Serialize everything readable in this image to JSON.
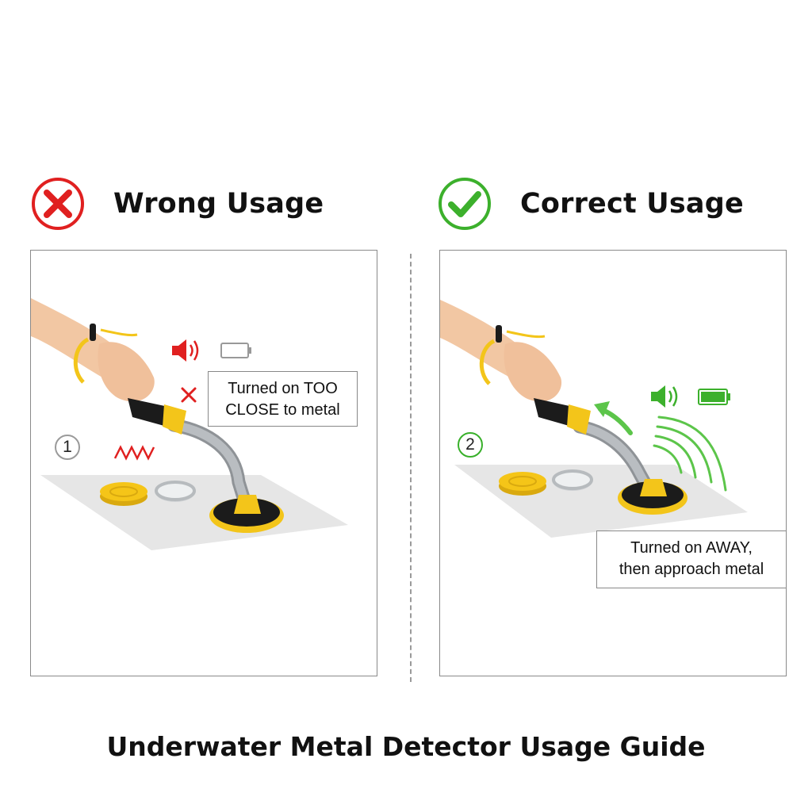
{
  "wrong": {
    "heading": "Wrong Usage",
    "step_number": "1",
    "callout_lines": [
      "Turned on TOO",
      "CLOSE to metal"
    ],
    "status_color": "#e02020",
    "icons": [
      "x-circle-icon",
      "speaker-icon",
      "battery-empty-icon",
      "cross-mark-icon",
      "zigzag-signal-icon"
    ]
  },
  "correct": {
    "heading": "Correct Usage",
    "step_number": "2",
    "callout_lines": [
      "Turned on AWAY,",
      "then approach metal"
    ],
    "status_color": "#3cb02c",
    "icons": [
      "check-circle-icon",
      "speaker-icon",
      "battery-full-icon",
      "arrow-up-left-icon",
      "signal-waves-icon"
    ]
  },
  "colors": {
    "detector_yellow": "#f3c51a",
    "detector_black": "#1b1b1b",
    "shaft_gray": "#a9adb1",
    "skin": "#f2c7a3",
    "ground": "#e6e6e6"
  },
  "footer": {
    "title": "Underwater Metal Detector Usage Guide"
  }
}
